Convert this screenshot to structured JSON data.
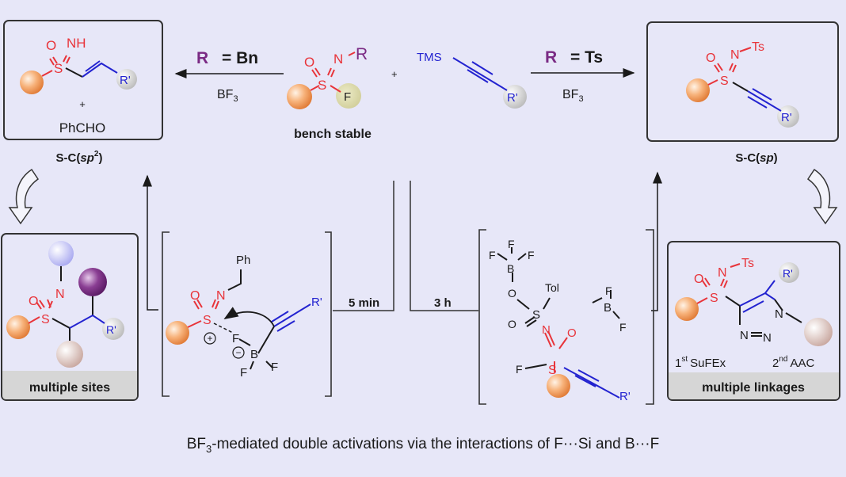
{
  "top_left_product": {
    "nh": "NH",
    "o": "O",
    "s": "S",
    "r_prime": "R'",
    "plus": "+",
    "byproduct": "PhCHO",
    "label_main": "S-C(",
    "label_italic": "sp",
    "label_sup": "2",
    "label_close": ")"
  },
  "arrow_left": {
    "r": "R",
    "equals": "= Bn",
    "reagent": "BF",
    "reagent_sub": "3"
  },
  "reagent": {
    "o": "O",
    "n": "N",
    "r": "R",
    "s": "S",
    "f": "F",
    "caption": "bench stable"
  },
  "plus": "+",
  "alkyne": {
    "tms": "TMS",
    "r_prime": "R'"
  },
  "arrow_right": {
    "r": "R",
    "equals": "= Ts",
    "reagent": "BF",
    "reagent_sub": "3"
  },
  "top_right_product": {
    "o": "O",
    "n": "N",
    "ts": "Ts",
    "s": "S",
    "r_prime": "R'",
    "label_main": "S-C(",
    "label_italic": "sp",
    "label_close": ")"
  },
  "bottom_left_box": {
    "o": "O",
    "n": "N",
    "s": "S",
    "r_prime": "R'",
    "caption": "multiple sites"
  },
  "intermediate_bn": {
    "ph": "Ph",
    "o": "O",
    "n": "N",
    "s": "S",
    "r_prime": "R'",
    "f1": "F",
    "b": "B",
    "f2": "F",
    "f3": "F",
    "plus_charge": "+",
    "minus_charge": "−",
    "time": "5 min"
  },
  "intermediate_ts": {
    "f1": "F",
    "f2": "F",
    "f3": "F",
    "b1": "B",
    "o1": "O",
    "tol": "Tol",
    "s1": "S",
    "o2": "O",
    "n": "N",
    "o3": "O",
    "b2": "B",
    "f4": "F",
    "f5": "F",
    "f_s": "F",
    "s2": "S",
    "r_prime": "R'",
    "time": "3 h"
  },
  "bottom_right_box": {
    "o": "O",
    "n": "N",
    "ts": "Ts",
    "s": "S",
    "r_prime": "R'",
    "n1": "N",
    "n2": "N",
    "n3": "N",
    "step1": "1",
    "step1_sup": "st",
    "step1_label": "SuFEx",
    "step2": "2",
    "step2_sup": "nd",
    "step2_label": "AAC",
    "caption": "multiple linkages"
  },
  "footer": {
    "pre": "BF",
    "sub": "3",
    "post": "-mediated double activations via the interactions of F···Si and B···F"
  }
}
